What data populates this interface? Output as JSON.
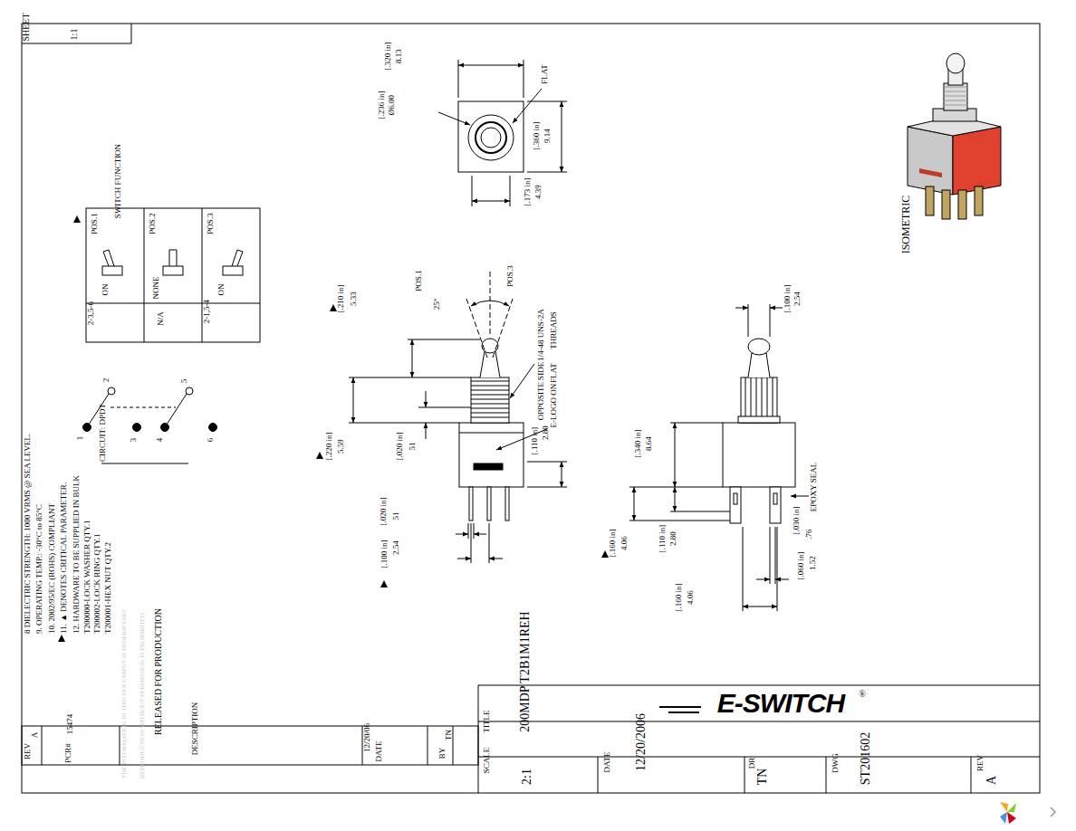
{
  "diagram": {
    "title": "200MDP T2B1M1REH",
    "labels": [
      "SHEET",
      "1:1",
      "SWITCH FUNCTION",
      "POS.1",
      "POS.2",
      "POS.3",
      "ON",
      "NONE",
      "ON",
      "2-3,5-6",
      "N/A",
      "2-1,5-4",
      "CIRCUIT: DPDT",
      "1",
      "2",
      "3",
      "4",
      "5",
      "6",
      "8 DIELECTRIC STRENGTH: 1000 VRMS @ SEA LEVEL.",
      "9. OPERATING TEMP.: -30°C to 85°C",
      "10. 2002/95/EC (ROHS) COMPLIANT",
      "11. ▲ DENOTES CRITICAL PARAMETER.",
      "12. HARDWARE TO BE SUPPLIED IN BULK",
      "T200000-LOCK WASHER   QTY.1",
      "T200002-LOCK RING    QTY.1",
      "T200001-HEX NUT      QTY.2",
      "THE INFORMATION IN THIS DOCUMENT IS PROPRIETARY",
      "REPRODUCTION WITHOUT PERMISSION IS PROHIBITED",
      "REV",
      "A",
      "PCR#",
      "15474",
      "RELEASED FOR PRODUCTION",
      "DESCRIPTION",
      "12/20/06",
      "DATE",
      "BY",
      "TN",
      "TITLE",
      "SCALE",
      "2:1",
      "DATE",
      "12/20/2006",
      "DR",
      "TN",
      "DWG",
      "ST201602",
      "REV",
      "A",
      "E-SWITCH",
      "®",
      "[.320 in]",
      "8.13",
      "[.236 in]",
      "Ø6.00",
      "FLAT",
      "[.360 in]",
      "9.14",
      "[.173 in]",
      "4.39",
      "[.210 in]",
      "5.33",
      "POS.1",
      "25°",
      "POS.3",
      "1/4-48 UNS-2A",
      "THREADS",
      "FLAT",
      "OPPOSITE SIDE",
      "E-LOGO ON",
      "[.220 in]",
      "5.59",
      "[.020 in]",
      "51",
      "[.110 in]",
      "2.80",
      "[.020 in]",
      "51",
      "[.100 in]",
      "2.54",
      "[.100 in]",
      "2.54",
      "[.340 in]",
      "8.64",
      "EPOXY SEAL",
      "[.160 in]",
      "4.06",
      "[.110 in]",
      "2.80",
      "[.030 in]",
      ".76",
      "[.060 in]",
      "1.52",
      "[.160 in]",
      "4.06",
      "ISOMETRIC"
    ]
  }
}
